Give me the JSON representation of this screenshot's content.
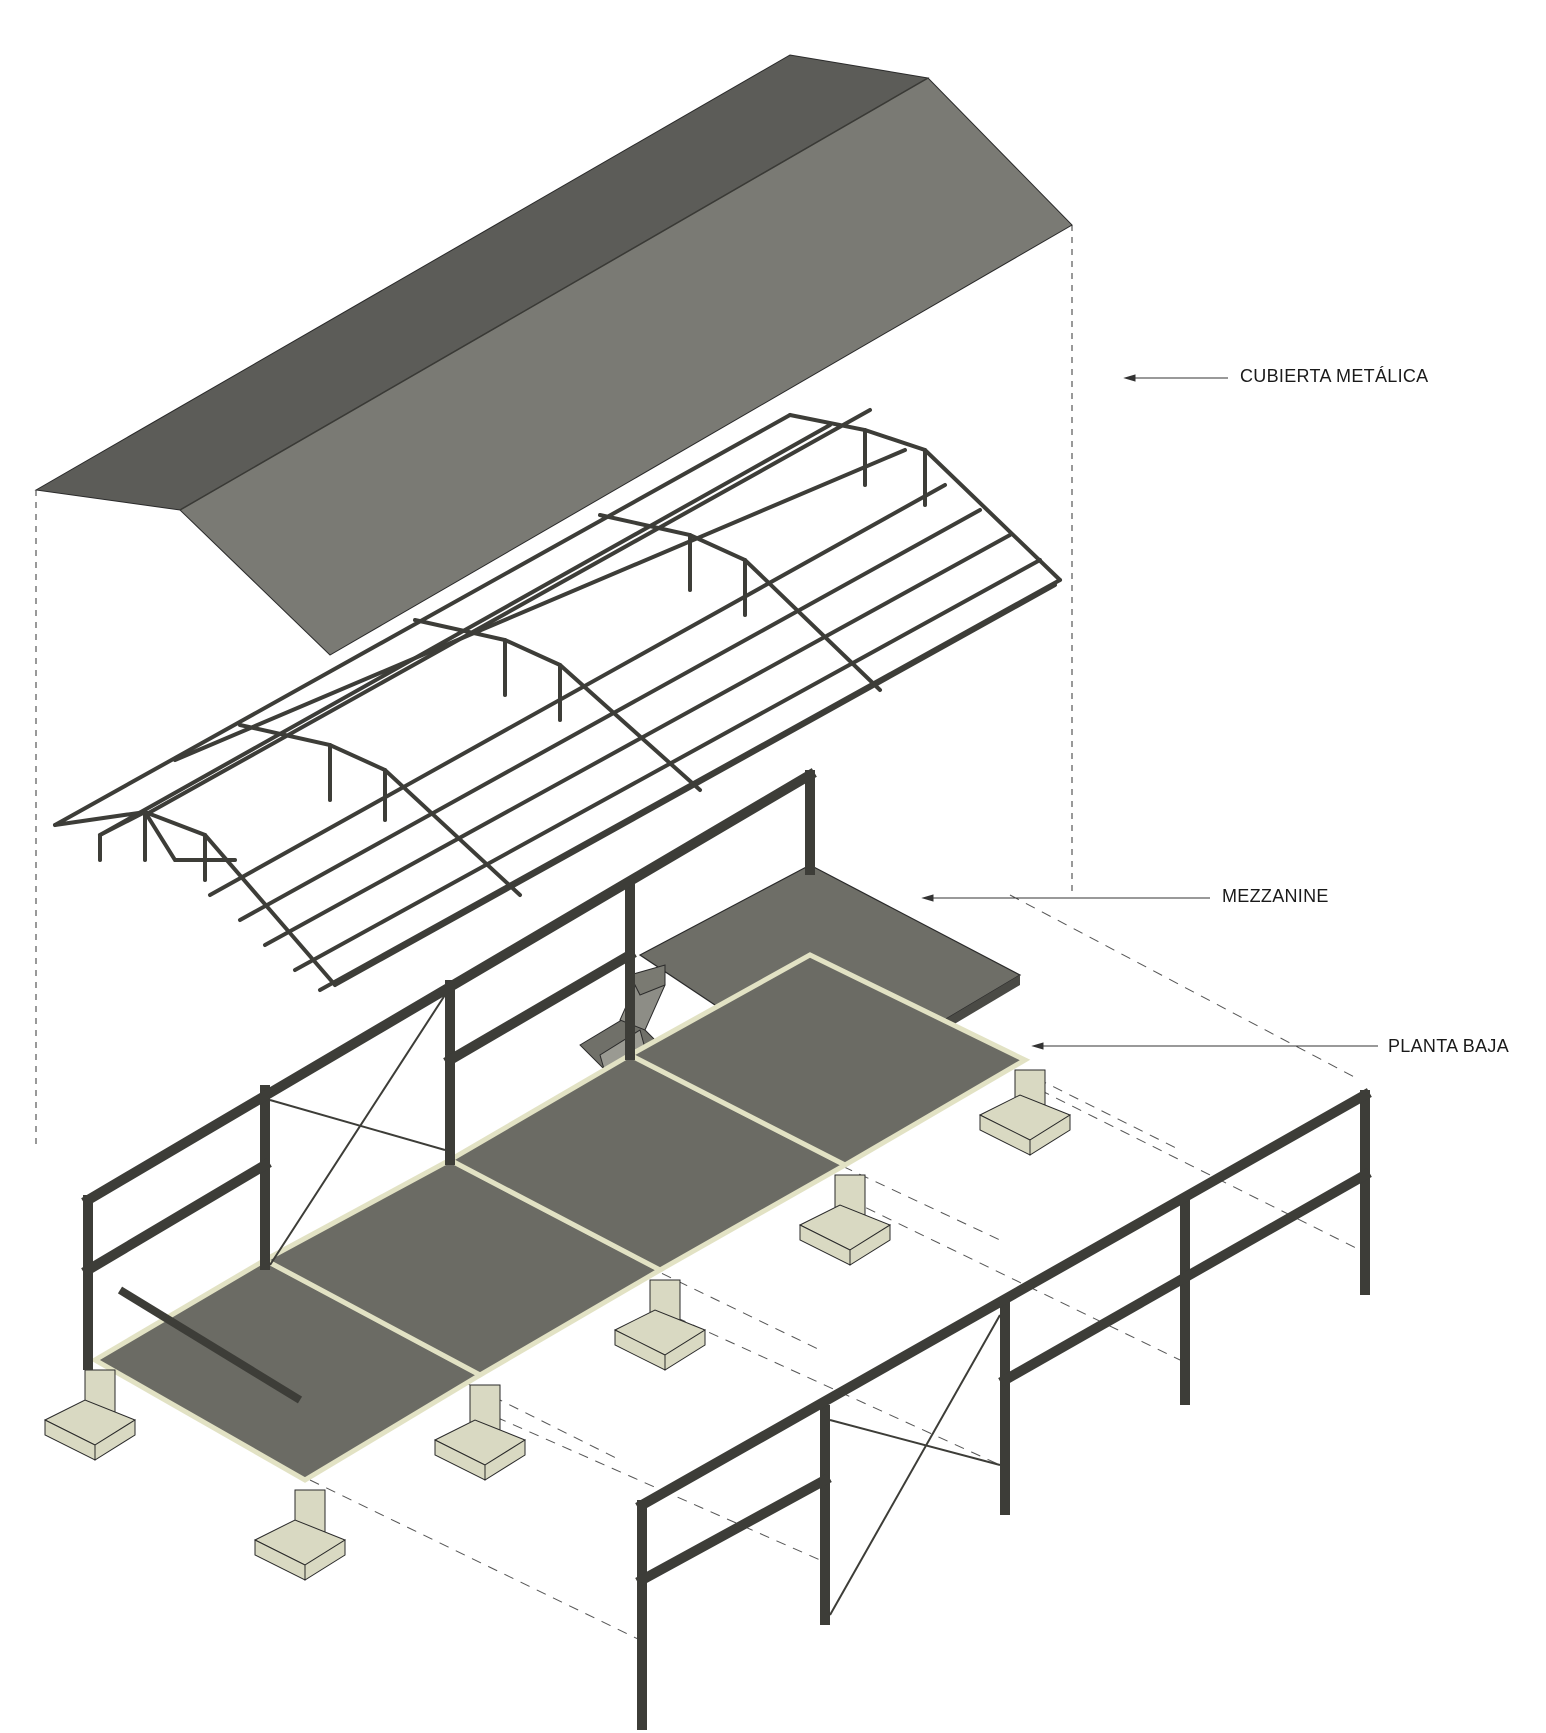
{
  "labels": {
    "cubierta": "CUBIERTA METÁLICA",
    "mezzanine": "MEZZANINE",
    "planta_baja": "PLANTA BAJA"
  },
  "colors": {
    "roof_left": "#5c5c58",
    "roof_right": "#787872",
    "steel": "#8d8d86",
    "slab": "#6b6b64",
    "slab_edge": "#e2e2c4",
    "footing": "#d9d9c2",
    "line": "#2a2a2a"
  },
  "icons": {
    "cubierta": "gable-roof-icon",
    "cerchas": "roof-truss-icon",
    "mezzanine": "mezzanine-slab-icon",
    "planta_baja": "ground-floor-frame-icon"
  }
}
